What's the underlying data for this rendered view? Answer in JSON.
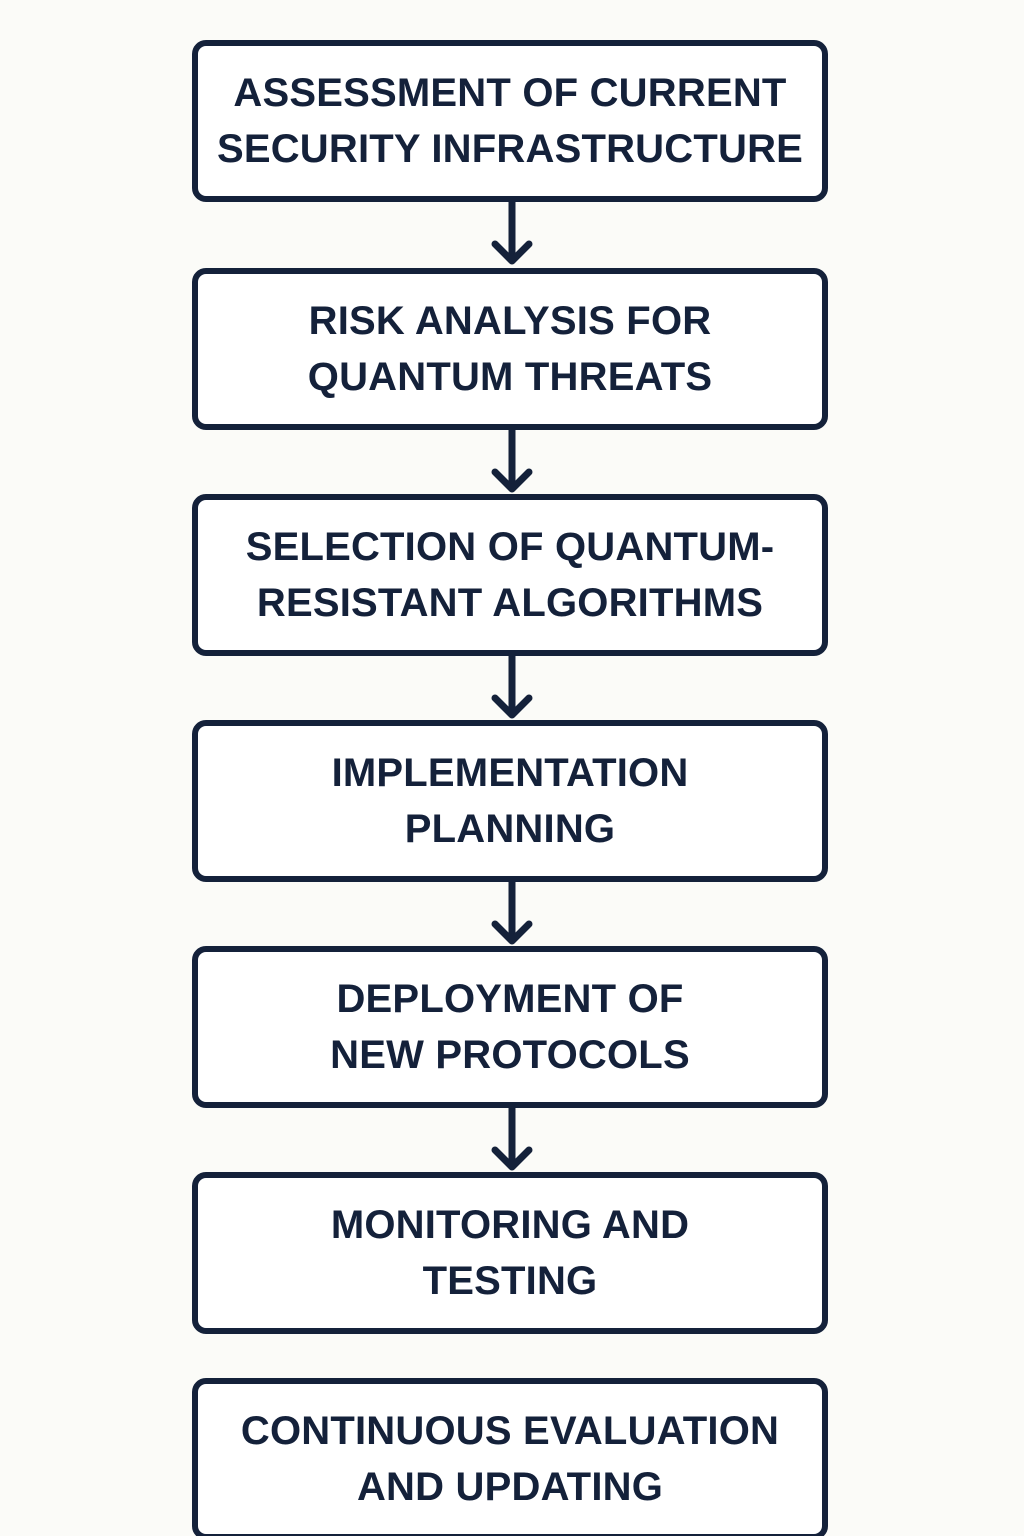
{
  "flowchart": {
    "steps": [
      {
        "line1": "ASSESSMENT OF CURRENT",
        "line2": "SECURITY INFRASTRUCTURE"
      },
      {
        "line1": "RISK ANALYSIS FOR",
        "line2": "QUANTUM THREATS"
      },
      {
        "line1": "SELECTION OF QUANTUM-",
        "line2": "RESISTANT ALGORITHMS"
      },
      {
        "line1": "IMPLEMENTATION",
        "line2": "PLANNING"
      },
      {
        "line1": "DEPLOYMENT OF",
        "line2": "NEW PROTOCOLS"
      },
      {
        "line1": "MONITORING AND",
        "line2": "TESTING"
      },
      {
        "line1": "CONTINUOUS EVALUATION",
        "line2": "AND UPDATING"
      }
    ],
    "colors": {
      "stroke": "#14213a",
      "box_fill": "#ffffff",
      "background": "#fbfbf8"
    }
  }
}
